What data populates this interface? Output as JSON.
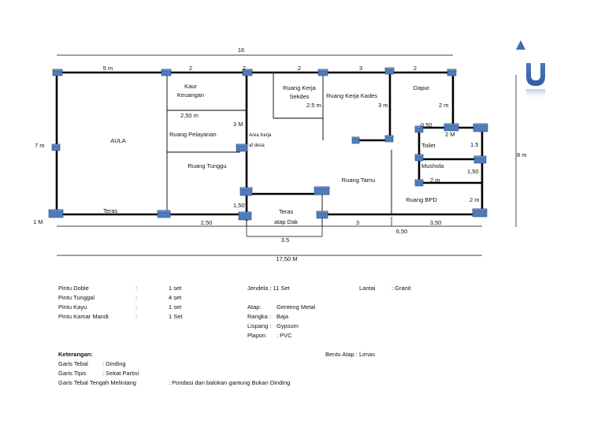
{
  "dimensions": {
    "top_total": "16",
    "top_segments": [
      "5 m",
      "2",
      "2",
      "2",
      "3",
      "2"
    ],
    "bottom_total": "17,50 M",
    "bottom_segments": [
      "2,50",
      "3.5",
      "3",
      "6,50",
      "3,50"
    ],
    "left_height": "7 m",
    "left_teras": "1 M",
    "right_height": "8 m",
    "kaur_width": "2,50 m",
    "pelayanan_height": "3 M",
    "sekdes_height": "2.5 m",
    "kades_height": "3 m",
    "dapur_height": "2 m",
    "toilet_width_top": "0,50",
    "toilet_width": "2 M",
    "toilet_height": "1.5",
    "mushola_height": "1,50",
    "mushola_width": "2 m",
    "bpd_height": "2 m",
    "teras_dak_height": "1,50"
  },
  "rooms": {
    "aula": "AULA",
    "teras": "Teras",
    "kaur_line1": "Kaur",
    "kaur_line2": "Keuangan",
    "pelayanan": "Ruang Pelayanan",
    "tunggu": "Ruang Tunggu",
    "area_kerja_line1": "Area Kerja",
    "area_kerja_line2": "af desa",
    "sekdes_line1": "Ruang Kerja",
    "sekdes_line2": "Sekdes",
    "kades": "Ruang Kerja Kades",
    "dapur": "Dapur",
    "toilet": "Toilet",
    "mushola": "Mushola",
    "tamu": "Ruang Tamu",
    "bpd": "Ruang BPD",
    "teras_dak_line1": "Teras",
    "teras_dak_line2": "atap Dak"
  },
  "north_label": "U",
  "legend": {
    "doors": [
      {
        "name": "Pintu Doble",
        "sep": ":",
        "qty": "1 set"
      },
      {
        "name": "Pintu Tunggal",
        "sep": ":",
        "qty": "4 set"
      },
      {
        "name": "Pintu Kayu",
        "sep": ":",
        "qty": "1 set"
      },
      {
        "name": "Pintu Kamar Mandi",
        "sep": ":",
        "qty": "1 Set"
      }
    ],
    "jendela": "Jendela   ; 11 Set",
    "lantai": "Lantai",
    "lantai_value": ": Granit",
    "materials": [
      {
        "name": "Atap:",
        "value": "Genteng Metal"
      },
      {
        "name": "Rangka :",
        "value": "Baja"
      },
      {
        "name": "Lispang :",
        "value": "Gypsum"
      },
      {
        "name": "Plapon",
        "value": ": PVC"
      }
    ],
    "bentuk_atap": "Bentu Atap : Limas",
    "keterangan_title": "Keterangan:",
    "keterangan": [
      {
        "name": "Garis Tebal",
        "value": ": Dinding"
      },
      {
        "name": "Garis Tipis",
        "value": ": Sekat Partisi"
      },
      {
        "name": "Garis Tebal Tengah Melintang",
        "value": ": Pondasi dan balokan gantung Bukan Dinding"
      }
    ]
  },
  "colors": {
    "column": "#4f7cbb",
    "north_arrow": "#3f6fb5"
  }
}
